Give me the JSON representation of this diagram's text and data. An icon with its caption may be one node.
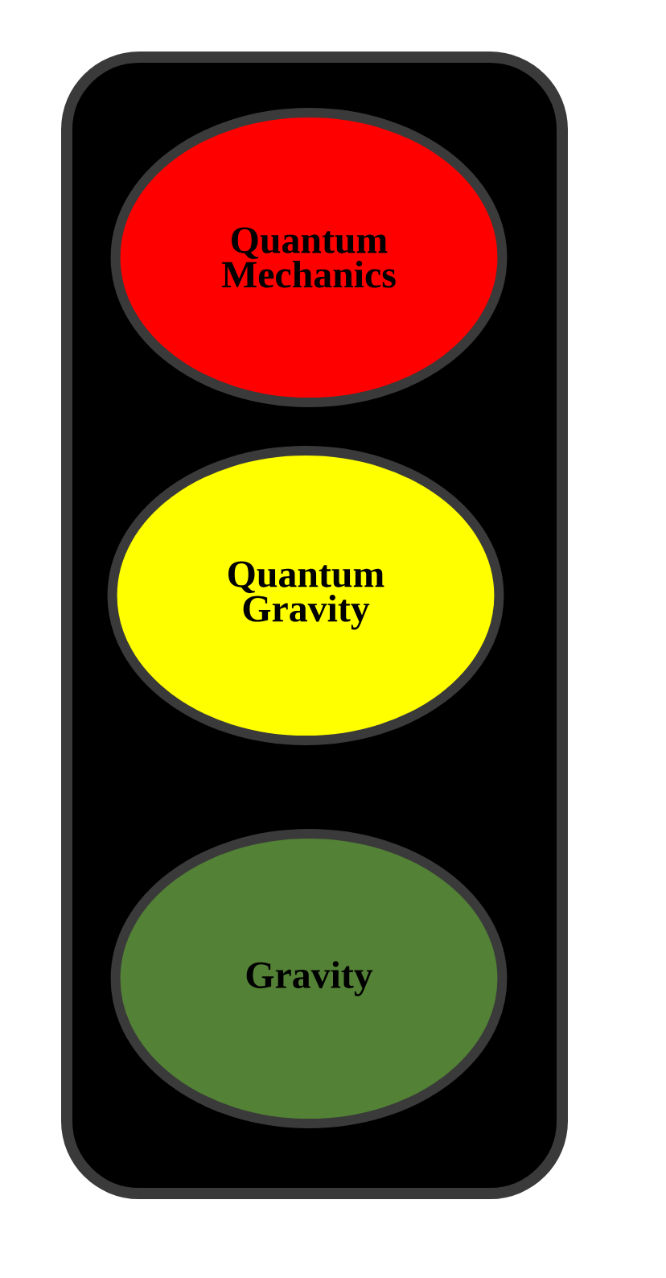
{
  "diagram": {
    "nodes": [
      {
        "text": [],
        "shape": "box"
      },
      {
        "text": [
          "Quantum Mechanics"
        ],
        "in": 0
      },
      {
        "text": [
          "Quantum Gravity"
        ],
        "in": 0
      },
      {
        "text": [
          "Gravity"
        ],
        "in": 0
      }
    ]
  }
}
